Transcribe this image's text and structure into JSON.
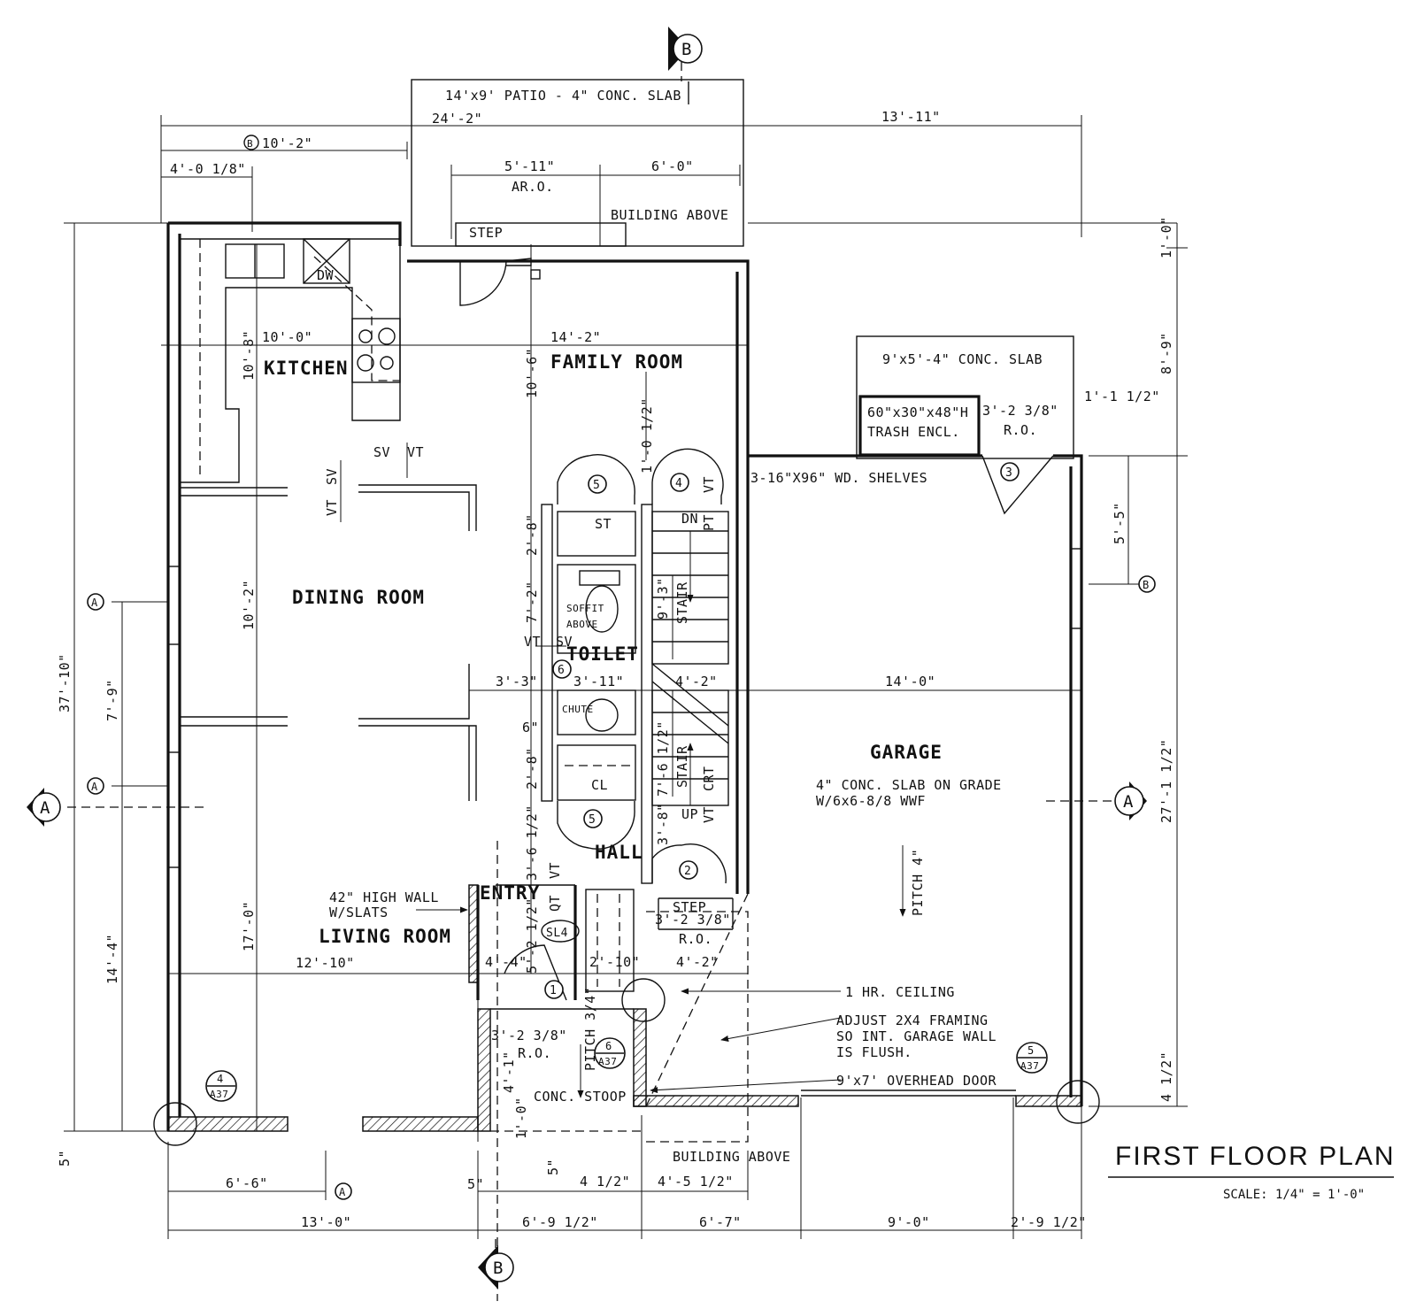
{
  "title": "FIRST FLOOR PLAN",
  "scale": "SCALE: 1/4\" = 1'-0\"",
  "rooms": {
    "kitchen": "KITCHEN",
    "family_room": "FAMILY ROOM",
    "dining_room": "DINING ROOM",
    "living_room": "LIVING ROOM",
    "toilet": "TOILET",
    "hall": "HALL",
    "entry": "ENTRY",
    "garage": "GARAGE"
  },
  "notes": {
    "patio": "14'x9' PATIO - 4\" CONC. SLAB",
    "building_above_top": "BUILDING ABOVE",
    "step_top": "STEP",
    "ar_o": "AR.O.",
    "conc_slab_small": "9'x5'-4\" CONC. SLAB",
    "trash_line1": "60\"x30\"x48\"H",
    "trash_line2": "TRASH ENCL.",
    "shelves": "3-16\"X96\" WD. SHELVES",
    "garage_slab1": "4\" CONC. SLAB ON GRADE",
    "garage_slab2": "W/6x6-8/8 WWF",
    "pitch_garage": "PITCH 4\"",
    "one_hr": "1 HR. CEILING",
    "adjust1": "ADJUST 2X4 FRAMING",
    "adjust2": "SO INT. GARAGE WALL",
    "adjust3": "IS FLUSH.",
    "overhead": "9'x7' OVERHEAD DOOR",
    "high_wall1": "42\" HIGH WALL",
    "high_wall2": "W/SLATS",
    "conc_stoop": "CONC. STOOP",
    "pitch_stoop": "PITCH 3/4\"",
    "building_above_bottom": "BUILDING ABOVE",
    "step_hall": "STEP",
    "soffit1": "SOFFIT",
    "soffit2": "ABOVE",
    "chute": "CHUTE",
    "st": "ST",
    "cl": "CL",
    "dw": "DW",
    "dn": "DN",
    "up": "UP",
    "stair": "STAIR",
    "sv": "SV",
    "vt": "VT",
    "pt": "PT",
    "qt": "QT",
    "crt": "CRT",
    "sl4": "SL4",
    "ro": "R.O."
  },
  "dimensions": {
    "d_24_2": "24'-2\"",
    "d_13_11": "13'-11\"",
    "d_10_2_top": "10'-2\"",
    "d_4_0_1_8": "4'-0 1/8\"",
    "d_5_11": "5'-11\"",
    "d_6_0": "6'-0\"",
    "d_10_0": "10'-0\"",
    "d_14_2": "14'-2\"",
    "d_10_8": "10'-8\"",
    "d_10_6": "10'-6\"",
    "d_1_0_1_2": "1'-0 1/2\"",
    "d_1_0_right": "1'-0\"",
    "d_8_9": "8'-9\"",
    "d_1_1_1_2": "1'-1 1/2\"",
    "d_3_2_3_8_top": "3'-2 3/8\"",
    "d_5_5": "5'-5\"",
    "d_27_1_1_2": "27'-1 1/2\"",
    "d_4_1_2_right": "4 1/2\"",
    "d_37_10": "37'-10\"",
    "d_7_9": "7'-9\"",
    "d_14_4": "14'-4\"",
    "d_5_left": "5\"",
    "d_10_2_dining": "10'-2\"",
    "d_17_0": "17'-0\"",
    "d_12_10": "12'-10\"",
    "d_2_8_top": "2'-8\"",
    "d_7_2": "7'-2\"",
    "d_9_3": "9'-3\"",
    "d_3_3": "3'-3\"",
    "d_3_11": "3'-11\"",
    "d_4_2_stair": "4'-2\"",
    "d_14_0": "14'-0\"",
    "d_6_in": "6\"",
    "d_2_8_bottom": "2'-8\"",
    "d_7_6_1_2": "7'-6 1/2\"",
    "d_3_6_1_2": "3'-6 1/2\"",
    "d_3_8": "3'-8\"",
    "d_5_2_1_2": "5'-2 1/2\"",
    "d_4_4": "4'-4\"",
    "d_2_10": "2'-10\"",
    "d_4_2_entry": "4'-2\"",
    "d_3_2_3_8_step": "3'-2 3/8\"",
    "d_3_2_3_8_stoop": "3'-2 3/8\"",
    "d_4_1": "4'-1\"",
    "d_1_0_stoop": "1'-0\"",
    "d_5_stoop_a": "5\"",
    "d_5_stoop_b": "5\"",
    "d_6_6": "6'-6\"",
    "d_4_1_2_bottom": "4 1/2\"",
    "d_4_5_1_2": "4'-5 1/2\"",
    "d_13_0": "13'-0\"",
    "d_6_9_1_2": "6'-9 1/2\"",
    "d_6_7": "6'-7\"",
    "d_9_0": "9'-0\"",
    "d_2_9_1_2": "2'-9 1/2\""
  },
  "markers": {
    "section_a": "A",
    "section_b": "B",
    "grid_a": "A",
    "grid_b": "B",
    "doors": [
      "1",
      "2",
      "3",
      "4",
      "5",
      "5",
      "6"
    ],
    "detail_4": "4",
    "detail_5": "5",
    "detail_6": "6",
    "detail_sheet": "A37"
  }
}
